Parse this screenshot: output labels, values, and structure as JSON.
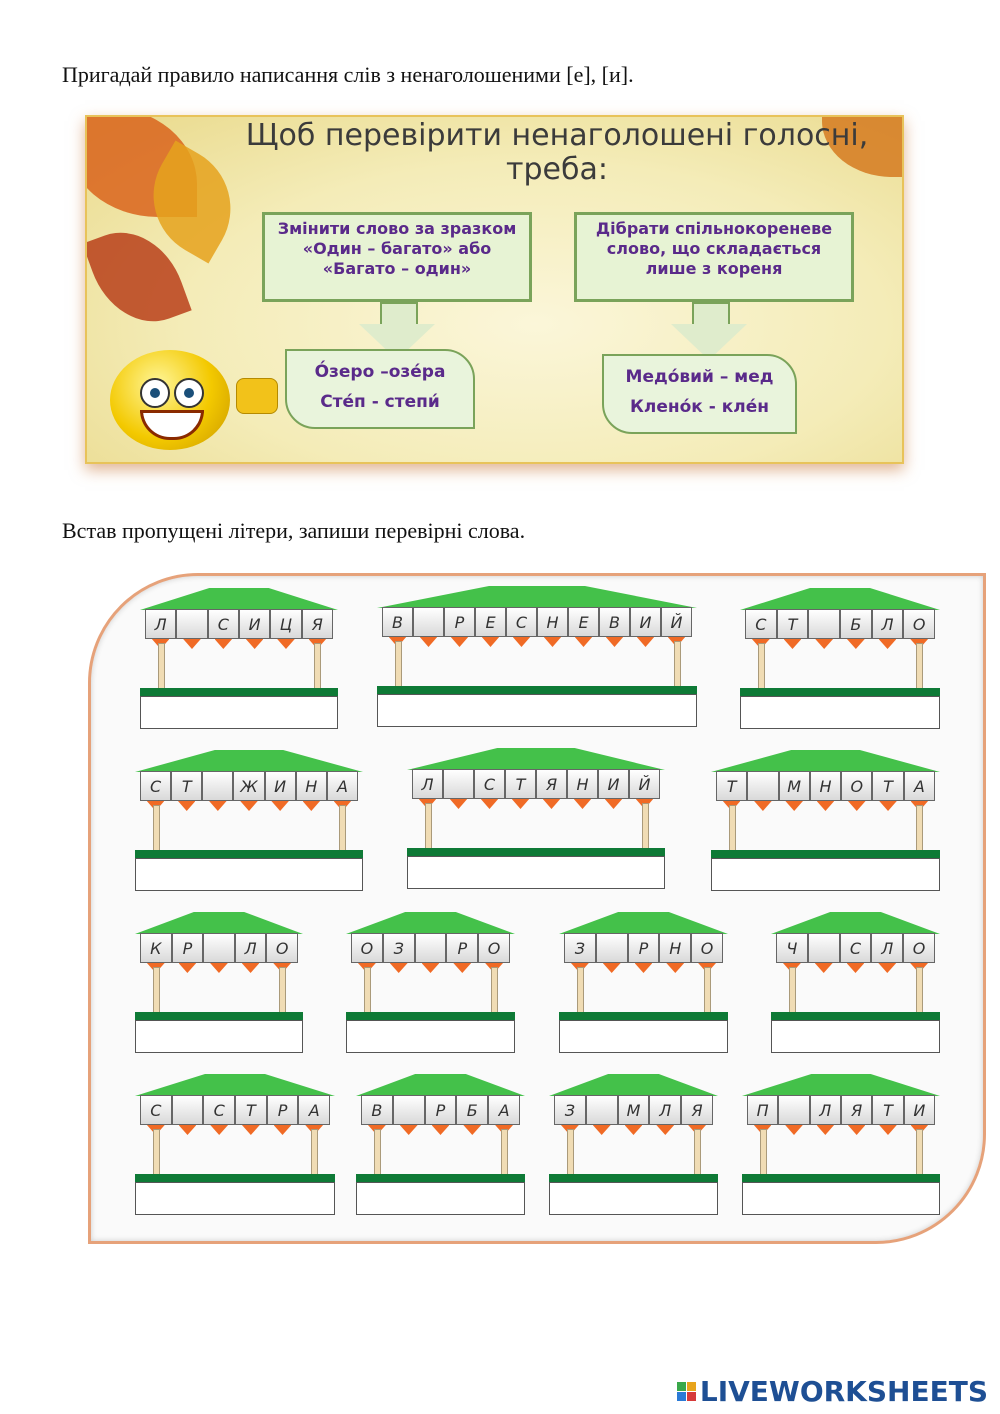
{
  "instruction_1": "Пригадай правило написання слів з ненаголошеними  [е], [и].",
  "banner": {
    "title": "Щоб перевірити ненаголошені голосні, треба:",
    "rule_left": "Змінити слово за зразком «Один – багато» або «Багато – один»",
    "rule_right": "Дібрати спільнокореневе слово, що складається лише з кореня",
    "examples_left": [
      "О́зеро –озе́ра",
      "Сте́п - степи́"
    ],
    "examples_right": [
      "Медо́вий – мед",
      "Клено́к - кле́н"
    ]
  },
  "instruction_2": "Встав пропущені літери, запиши перевірні слова.",
  "pavilions": [
    {
      "letters": [
        "Л",
        "",
        "С",
        "И",
        "Ц",
        "Я"
      ]
    },
    {
      "letters": [
        "В",
        "",
        "Р",
        "Е",
        "С",
        "Н",
        "Е",
        "В",
        "И",
        "Й"
      ]
    },
    {
      "letters": [
        "С",
        "Т",
        "",
        "Б",
        "Л",
        "О"
      ]
    },
    {
      "letters": [
        "С",
        "Т",
        "",
        "Ж",
        "И",
        "Н",
        "А"
      ]
    },
    {
      "letters": [
        "Л",
        "",
        "С",
        "Т",
        "Я",
        "Н",
        "И",
        "Й"
      ]
    },
    {
      "letters": [
        "Т",
        "",
        "М",
        "Н",
        "О",
        "Т",
        "А"
      ]
    },
    {
      "letters": [
        "К",
        "Р",
        "",
        "Л",
        "О"
      ]
    },
    {
      "letters": [
        "О",
        "З",
        "",
        "Р",
        "О"
      ]
    },
    {
      "letters": [
        "З",
        "",
        "Р",
        "Н",
        "О"
      ]
    },
    {
      "letters": [
        "Ч",
        "",
        "С",
        "Л",
        "О"
      ]
    },
    {
      "letters": [
        "С",
        "",
        "С",
        "Т",
        "Р",
        "А"
      ]
    },
    {
      "letters": [
        "В",
        "",
        "Р",
        "Б",
        "А"
      ]
    },
    {
      "letters": [
        "З",
        "",
        "М",
        "Л",
        "Я"
      ]
    },
    {
      "letters": [
        "П",
        "",
        "Л",
        "Я",
        "Т",
        "И"
      ]
    }
  ],
  "logo": "LIVEWORKSHEETS",
  "colors": {
    "roof": "#44c14a",
    "base": "#0e7a36",
    "fringe": "#f06a25",
    "frame": "#e6a27a",
    "logo": "#1e4f94"
  }
}
